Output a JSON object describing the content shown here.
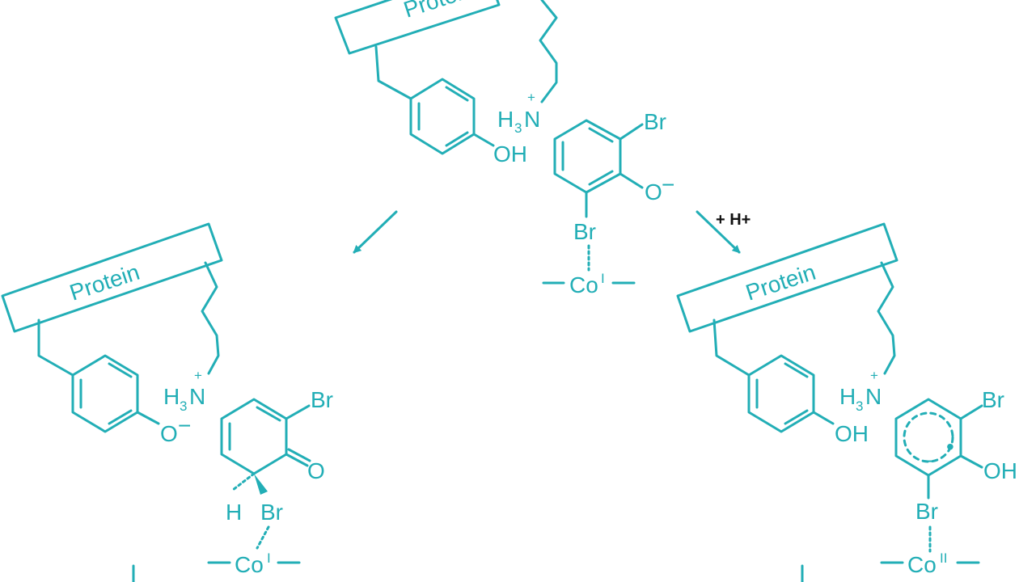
{
  "colors": {
    "structure": "#22aeb6",
    "reagent": "#111111",
    "background": "#ffffff"
  },
  "top": {
    "protein_label": "Protein",
    "amine": {
      "h": "H",
      "sub": "3",
      "n": "N",
      "charge": "+"
    },
    "hydroxyl": "OH",
    "substrate": {
      "br_top": "Br",
      "phenoxide": "O",
      "minus": "−",
      "br_bottom": "Br"
    },
    "cobalt": {
      "co": "Co",
      "ox": "I"
    }
  },
  "reagent": "+ H+",
  "left": {
    "protein_label": "Protein",
    "amine": {
      "h": "H",
      "sub": "3",
      "n": "N",
      "charge": "+"
    },
    "phenoxide": "O",
    "minus": "−",
    "substrate": {
      "br_top": "Br",
      "carbonyl": "O",
      "h": "H",
      "br": "Br"
    },
    "cobalt": {
      "co": "Co",
      "ox": "I"
    }
  },
  "right": {
    "protein_label": "Protein",
    "amine": {
      "h": "H",
      "sub": "3",
      "n": "N",
      "charge": "+"
    },
    "hydroxyl": "OH",
    "substrate": {
      "br_top": "Br",
      "hydroxyl": "OH",
      "minus": "−",
      "radical": "•",
      "br_bottom": "Br"
    },
    "cobalt": {
      "co": "Co",
      "ox": "II"
    }
  }
}
